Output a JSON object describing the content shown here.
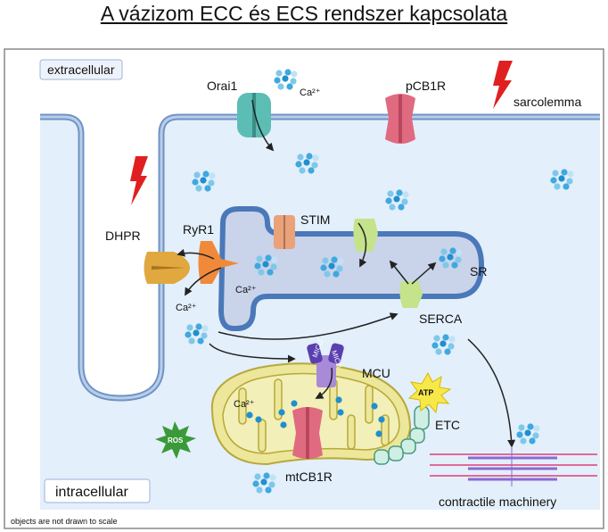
{
  "title": "A vázizom ECC és ECS rendszer kapcsolata",
  "regions": {
    "extracellular": "extracellular",
    "intracellular": "intracellular"
  },
  "labels": {
    "orai1": "Orai1",
    "ca_extra": "Ca²⁺",
    "pcb1r": "pCB1R",
    "sarcolemma": "sarcolemma",
    "dhpr": "DHPR",
    "ryr1": "RyR1",
    "stim": "STIM",
    "sr": "SR",
    "ca_sr": "Ca²⁺",
    "ca_cyto": "Ca²⁺",
    "serca": "SERCA",
    "mcu": "MCU",
    "micu": "MICU",
    "ca_mito": "Ca²⁺",
    "atp": "ATP",
    "etc": "ETC",
    "ros": "ROS",
    "mtcb1r": "mtCB1R",
    "contractile": "contractile machinery"
  },
  "footnote": "objects are not drawn to scale",
  "colors": {
    "cytoplasm": "#e3effb",
    "membrane": "#6f93c4",
    "sr_fill": "#c9d3ea",
    "mito": "#ece79a",
    "orai1": "#5cbdb5",
    "cb1r": "#e06a80",
    "dhpr": "#e0a83e",
    "ryr1": "#f08a3a",
    "stim": "#e9a27a",
    "serca": "#c4e38a",
    "mcu": "#a98ad8",
    "calcium": "#2a9fd6",
    "lightning": "#e02020",
    "ros": "#3a9a3a",
    "atp": "#f7e84a"
  }
}
